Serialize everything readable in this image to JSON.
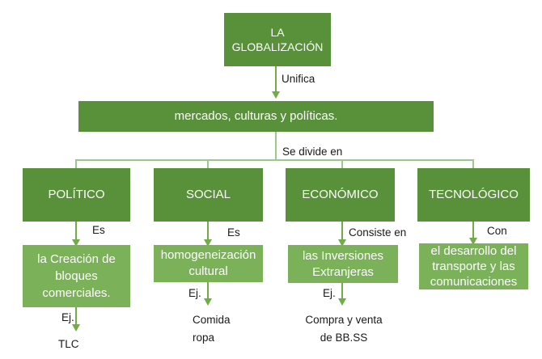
{
  "colors": {
    "box_dark_green": "#58913A",
    "box_light_green": "#7BB259",
    "arrow_green": "#70AD47",
    "connector_green": "#9CC98B",
    "box_text": "#FFFFFF",
    "label_text": "#1A1A1A"
  },
  "root": {
    "label": "LA GLOBALIZACIÓN"
  },
  "edges": {
    "unifica": "Unifica",
    "se_divide_en": "Se divide en"
  },
  "level2": {
    "label": "mercados, culturas y políticas."
  },
  "branches": [
    {
      "category": "POLÍTICO",
      "edge_label": "Es",
      "detail": "la Creación de bloques comerciales.",
      "example_edge_label": "Ej.",
      "example_lines": [
        "TLC"
      ]
    },
    {
      "category": "SOCIAL",
      "edge_label": "Es",
      "detail": "homogeneización cultural",
      "example_edge_label": "Ej.",
      "example_lines": [
        "Comida",
        "ropa"
      ]
    },
    {
      "category": "ECONÓMICO",
      "edge_label": "Consiste en",
      "detail": "las Inversiones Extranjeras",
      "example_edge_label": "Ej.",
      "example_lines": [
        "Compra y venta",
        "de BB.SS"
      ]
    },
    {
      "category": "TECNOLÓGICO",
      "edge_label": "Con",
      "detail": "el desarrollo del transporte y las comunicaciones"
    }
  ]
}
